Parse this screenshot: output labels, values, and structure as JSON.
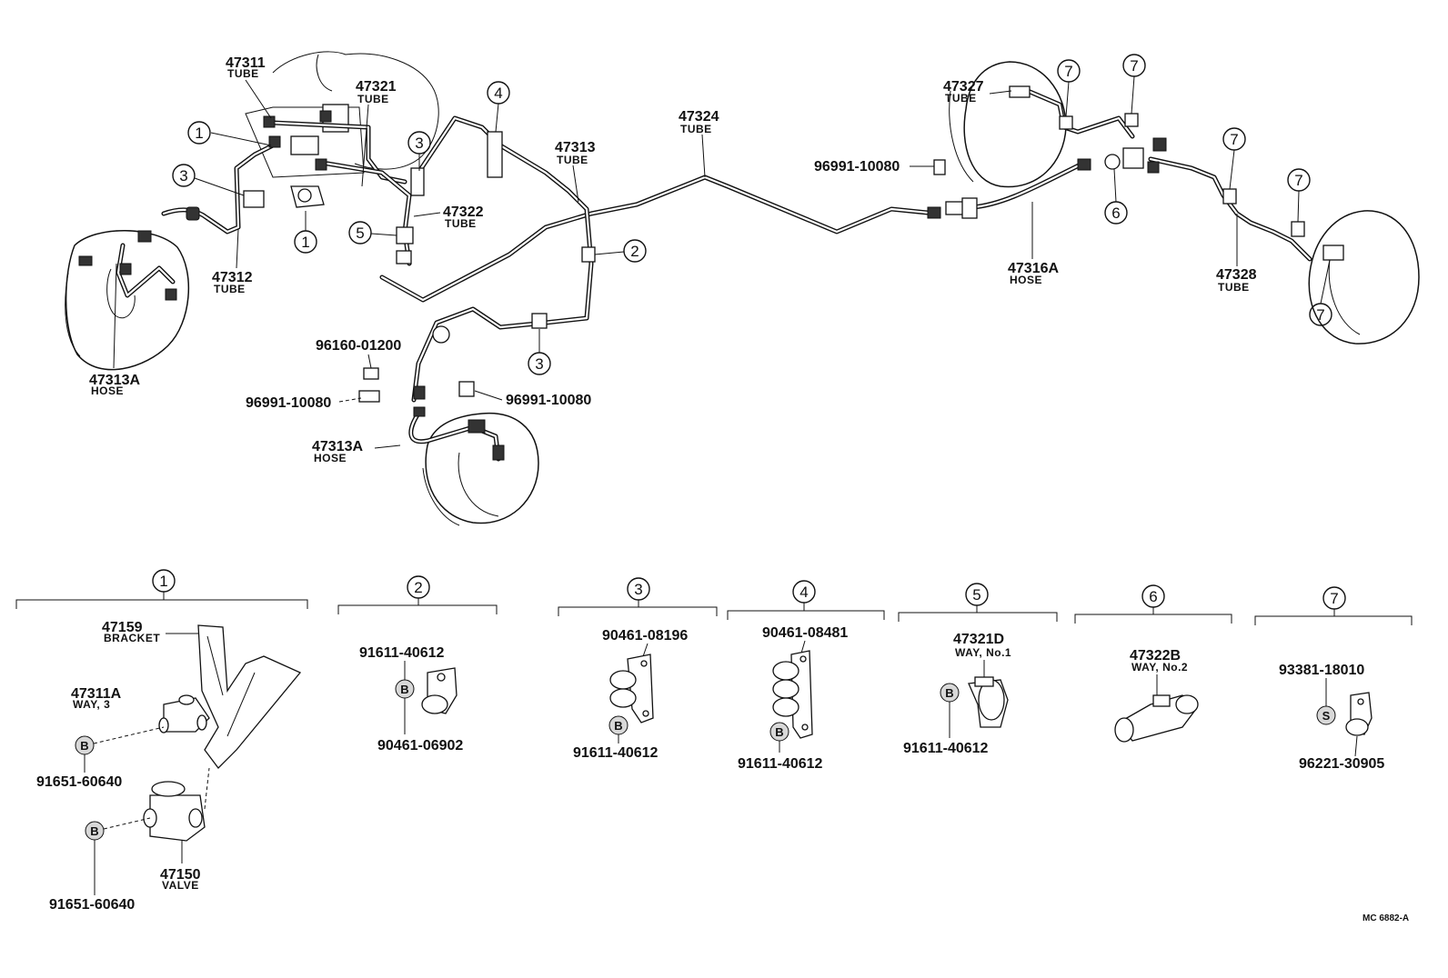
{
  "callouts": {
    "c1a": "1",
    "c1b": "1",
    "c3a": "3",
    "c3b": "3",
    "c3c": "3",
    "c4": "4",
    "c5": "5",
    "c2": "2",
    "c6": "6",
    "c7a": "7",
    "c7b": "7",
    "c7c": "7",
    "c7d": "7",
    "c7e": "7"
  },
  "labels": {
    "p47311": "47311",
    "p47311_sub": "TUBE",
    "p47321": "47321",
    "p47321_sub": "TUBE",
    "p47312": "47312",
    "p47312_sub": "TUBE",
    "p47313A_l": "47313A",
    "p47313A_l_sub": "HOSE",
    "p47322": "47322",
    "p47322_sub": "TUBE",
    "p47313": "47313",
    "p47313_sub": "TUBE",
    "p47324": "47324",
    "p47324_sub": "TUBE",
    "p96991_top": "96991-10080",
    "p96160": "96160-01200",
    "p96991_l": "96991-10080",
    "p96991_r": "96991-10080",
    "p47313A_c": "47313A",
    "p47313A_c_sub": "HOSE",
    "p47327": "47327",
    "p47327_sub": "TUBE",
    "p47316A": "47316A",
    "p47316A_sub": "HOSE",
    "p47328": "47328",
    "p47328_sub": "TUBE"
  },
  "groups": [
    {
      "num": "1",
      "parts": {
        "a": "47159",
        "a_sub": "BRACKET",
        "b": "47311A",
        "b_sub": "WAY, 3",
        "c": "91651-60640",
        "d": "91651-60640",
        "e": "47150",
        "e_sub": "VALVE",
        "tag1": "B",
        "tag2": "B"
      }
    },
    {
      "num": "2",
      "parts": {
        "a": "91611-40612",
        "b": "90461-06902",
        "tag": "B"
      }
    },
    {
      "num": "3",
      "parts": {
        "a": "90461-08196",
        "b": "91611-40612",
        "tag": "B"
      }
    },
    {
      "num": "4",
      "parts": {
        "a": "90461-08481",
        "b": "91611-40612",
        "tag": "B"
      }
    },
    {
      "num": "5",
      "parts": {
        "a": "47321D",
        "a_sub": "WAY, No.1",
        "b": "91611-40612",
        "tag": "B"
      }
    },
    {
      "num": "6",
      "parts": {
        "a": "47322B",
        "a_sub": "WAY, No.2"
      }
    },
    {
      "num": "7",
      "parts": {
        "a": "93381-18010",
        "b": "96221-30905",
        "tag": "S"
      }
    }
  ],
  "drawing_code": "MC  6882-A"
}
